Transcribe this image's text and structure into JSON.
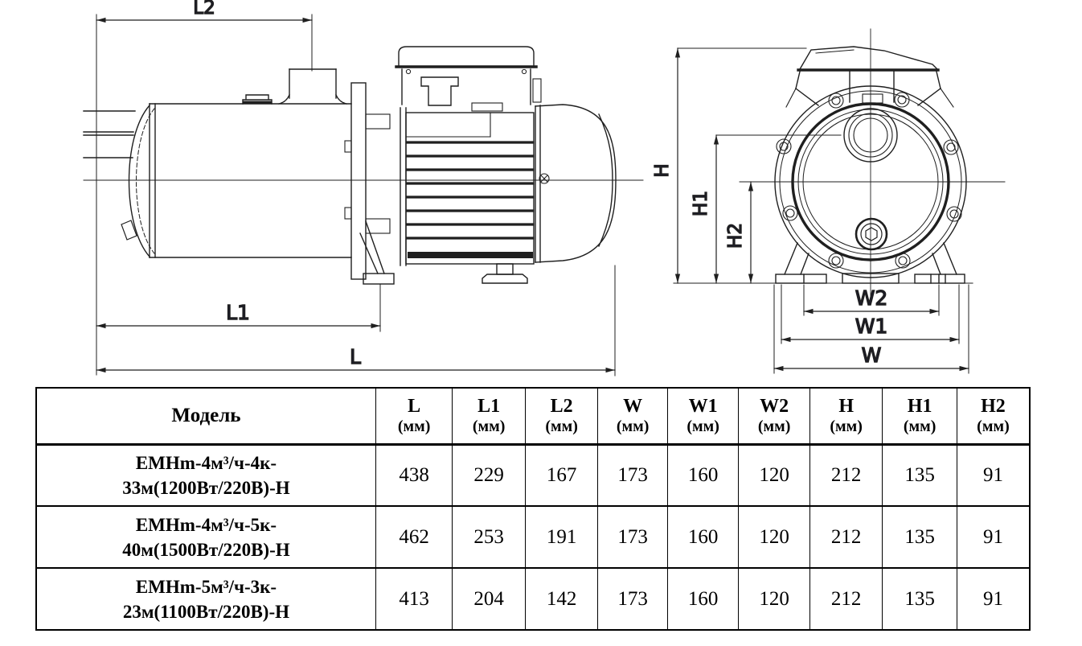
{
  "diagram": {
    "side_view": {
      "description": "pump side elevation drawing",
      "dims": {
        "l2": "L2",
        "l1": "L1",
        "l": "L"
      }
    },
    "front_view": {
      "description": "pump front elevation drawing",
      "dims": {
        "h": "H",
        "h1": "H1",
        "h2": "H2",
        "w2": "W2",
        "w1": "W1",
        "w": "W"
      }
    },
    "line_color": "#1f1f1f",
    "dim_text_color": "#1b1b2b"
  },
  "table": {
    "model_header": "Модель",
    "columns": [
      {
        "label": "L",
        "unit": "(мм)"
      },
      {
        "label": "L1",
        "unit": "(мм)"
      },
      {
        "label": "L2",
        "unit": "(мм)"
      },
      {
        "label": "W",
        "unit": "(мм)"
      },
      {
        "label": "W1",
        "unit": "(мм)"
      },
      {
        "label": "W2",
        "unit": "(мм)"
      },
      {
        "label": "H",
        "unit": "(мм)"
      },
      {
        "label": "H1",
        "unit": "(мм)"
      },
      {
        "label": "H2",
        "unit": "(мм)"
      }
    ],
    "rows": [
      {
        "model_line1": "EMHm-4м³/ч-4к-",
        "model_line2": "33м(1200Вт/220В)-Н",
        "values": [
          "438",
          "229",
          "167",
          "173",
          "160",
          "120",
          "212",
          "135",
          "91"
        ]
      },
      {
        "model_line1": "EMHm-4м³/ч-5к-",
        "model_line2": "40м(1500Вт/220В)-Н",
        "values": [
          "462",
          "253",
          "191",
          "173",
          "160",
          "120",
          "212",
          "135",
          "91"
        ]
      },
      {
        "model_line1": "EMHm-5м³/ч-3к-",
        "model_line2": "23м(1100Вт/220В)-Н",
        "values": [
          "413",
          "204",
          "142",
          "173",
          "160",
          "120",
          "212",
          "135",
          "91"
        ]
      }
    ]
  }
}
